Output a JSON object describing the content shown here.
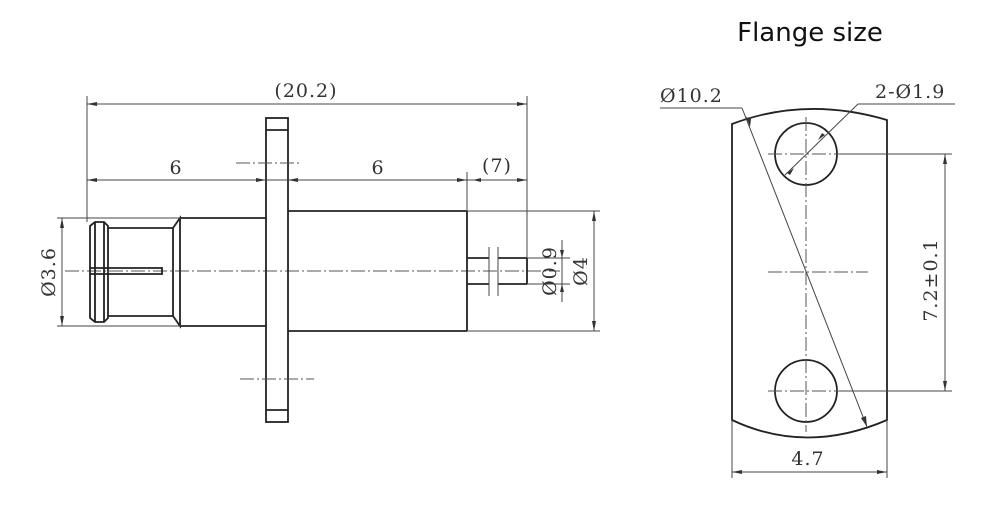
{
  "title": "Flange size",
  "side_view": {
    "overall_length": "(20.2)",
    "plug_length": "6",
    "barrel_length": "6",
    "pin_length": "(7)",
    "plug_diameter": "Ø3.6",
    "pin_diameter": "Ø0.9",
    "barrel_diameter": "Ø4"
  },
  "flange_view": {
    "flange_diameter": "Ø10.2",
    "hole_spec": "2-Ø1.9",
    "hole_spacing": "7.2±0.1",
    "flange_width": "4.7"
  }
}
